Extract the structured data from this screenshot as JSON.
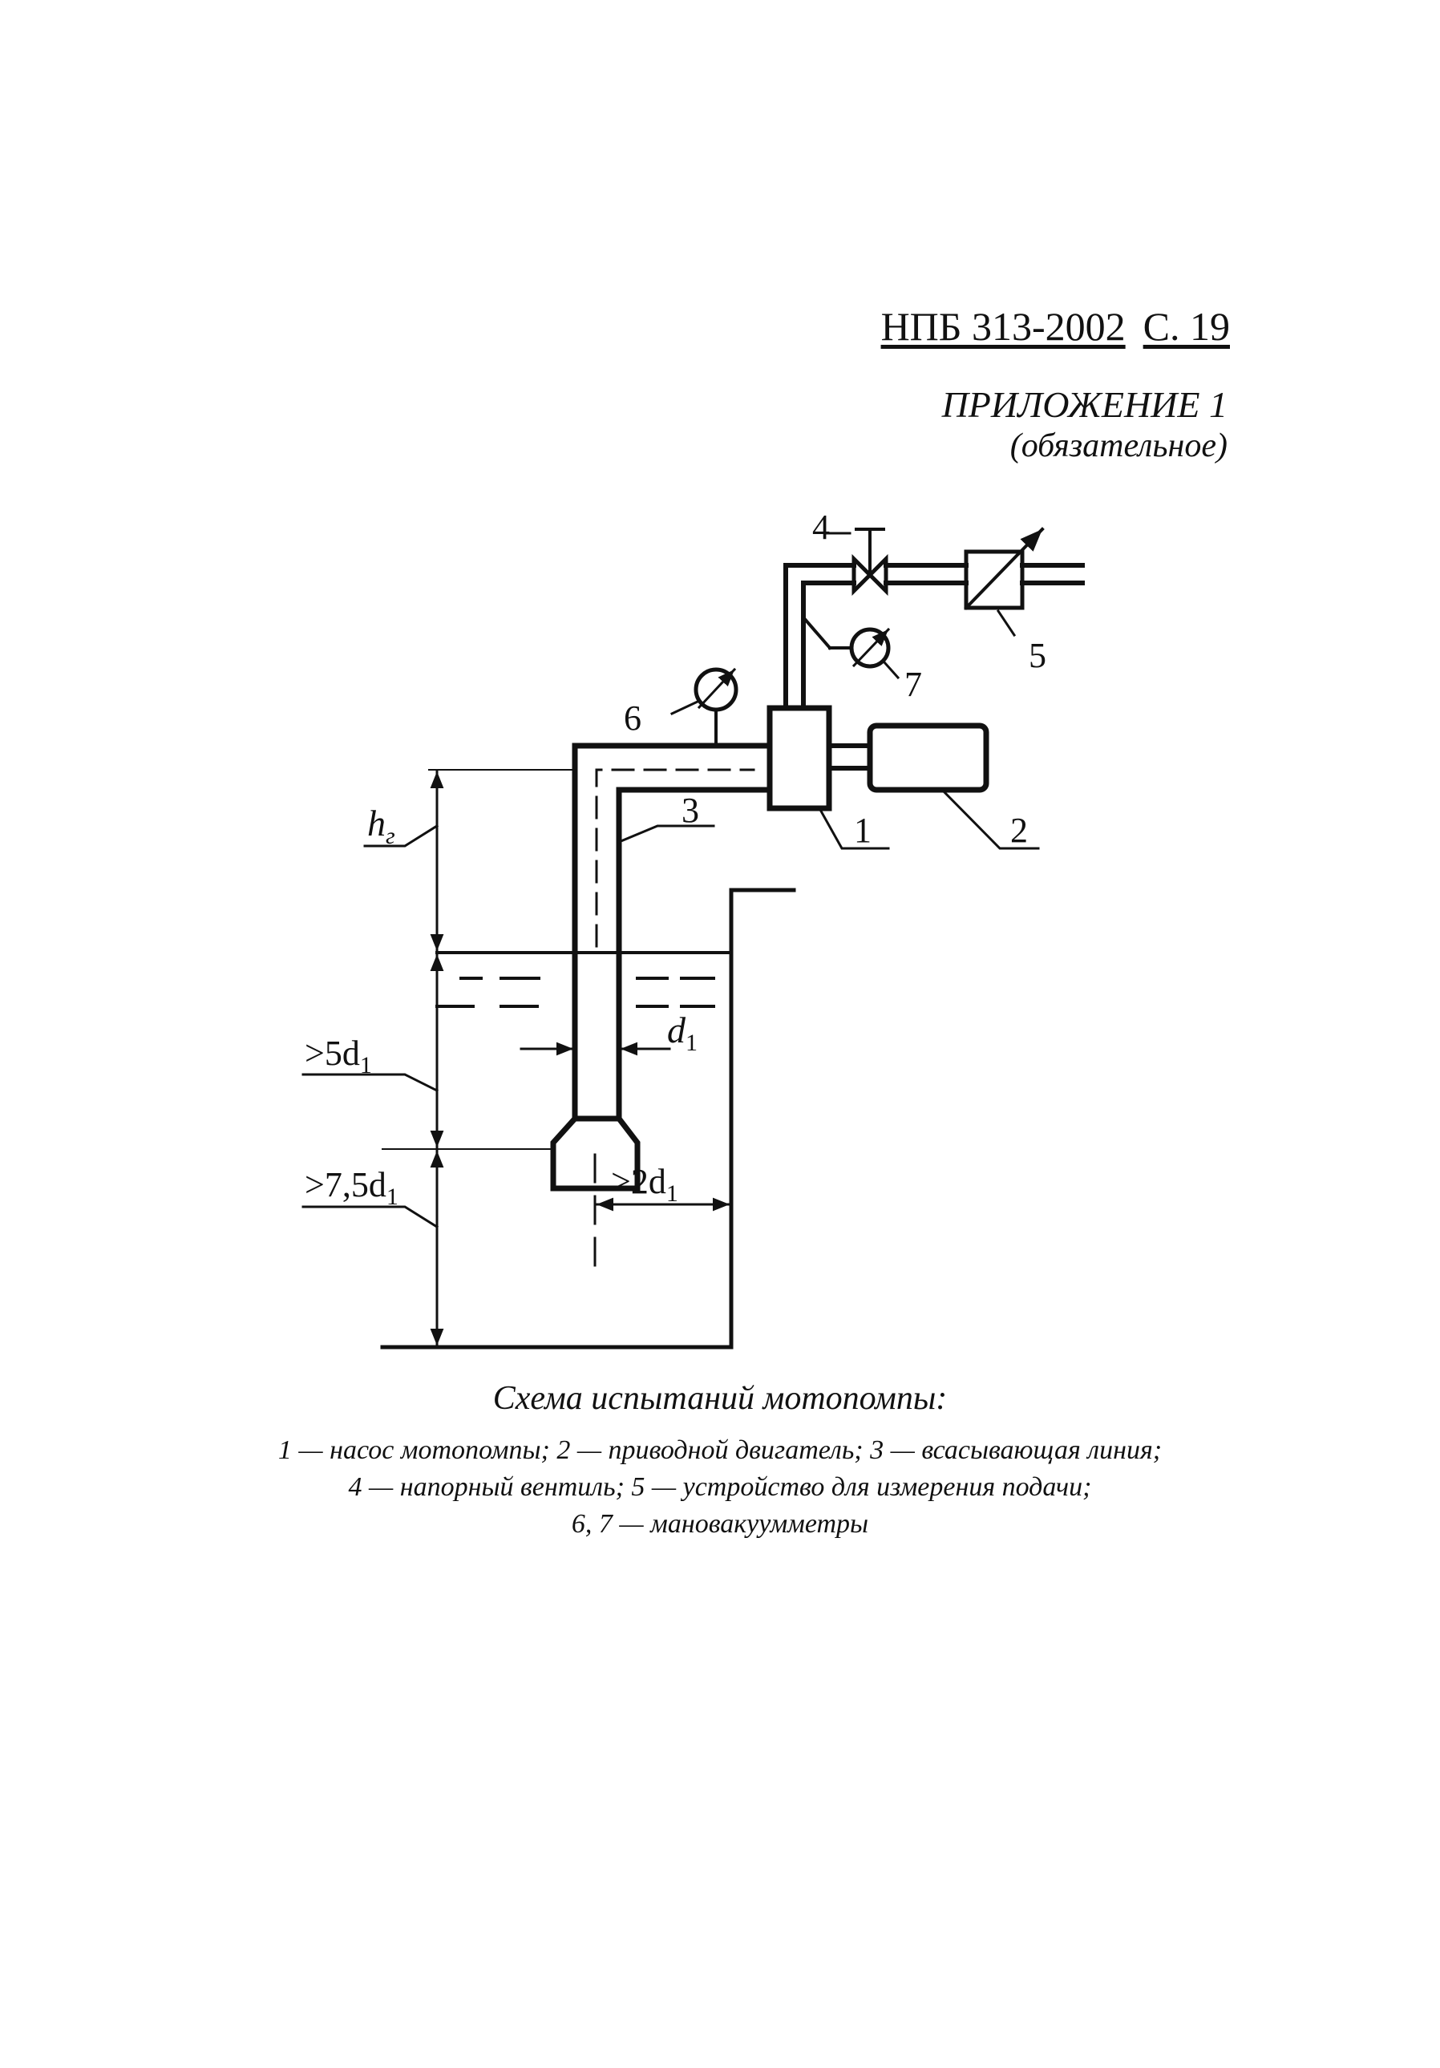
{
  "header": {
    "doc_number": "НПБ 313-2002",
    "page": "С. 19"
  },
  "appendix": {
    "title": "ПРИЛОЖЕНИЕ 1",
    "note": "(обязательное)"
  },
  "diagram": {
    "labels": {
      "n1": "1",
      "n2": "2",
      "n3": "3",
      "n4": "4",
      "n5": "5",
      "n6": "6",
      "n7": "7"
    },
    "dimensions": {
      "hg": "h",
      "hg_sub": "г",
      "depth_5d": ">5d",
      "depth_75d": ">7,5d",
      "d1": "d",
      "offset_2d": ">2d",
      "sub1": "1"
    }
  },
  "caption": {
    "title": "Схема испытаний мотопомпы:",
    "line1": "1 — насос мотопомпы; 2 — приводной двигатель; 3 — всасывающая линия;",
    "line2": "4 — напорный вентиль; 5 — устройство для измерения подачи;",
    "line3": "6, 7 — мановакуумметры"
  }
}
